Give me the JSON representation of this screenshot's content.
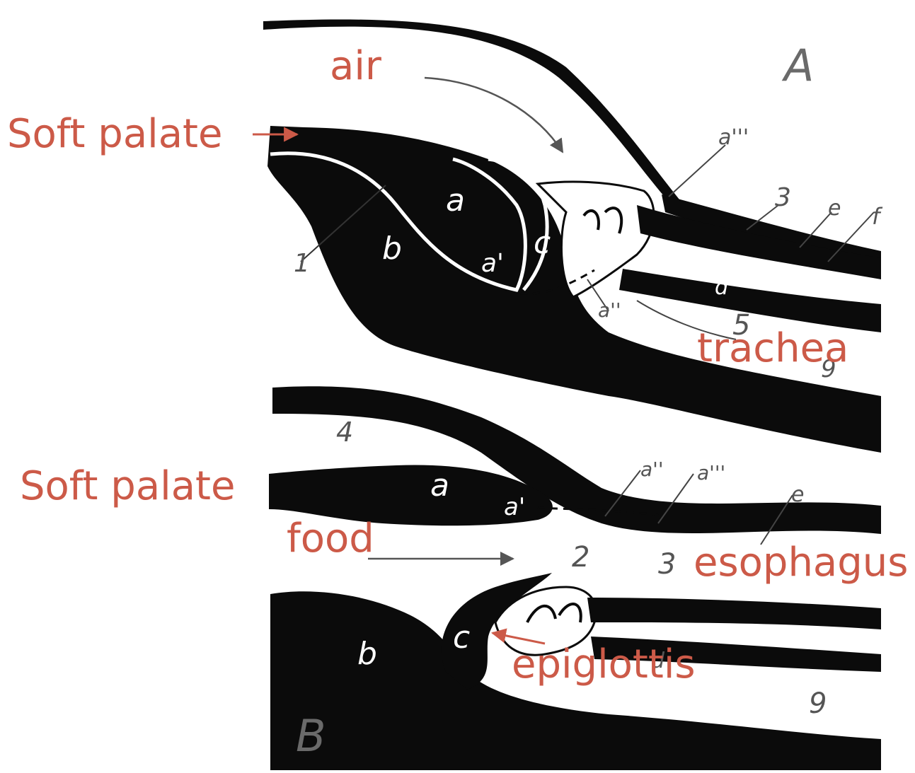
{
  "panels": {
    "top": "A",
    "bottom": "B"
  },
  "labels": {
    "air": "air",
    "soft_palate_top": "Soft palate",
    "trachea": "trachea",
    "soft_palate_bottom": "Soft palate",
    "food": "food",
    "esophagus": "esophagus",
    "epiglottis": "epiglottis"
  },
  "letters": {
    "top": {
      "a": "a",
      "b": "b",
      "c": "c",
      "a_prime": "a'",
      "num_1": "1",
      "num_3": "3",
      "e": "e",
      "num_5": "5",
      "num_9": "9",
      "a_triple": "a'''",
      "a_double": "a''",
      "f": "f",
      "d": "d"
    },
    "bottom": {
      "num_4": "4",
      "a": "a",
      "a_prime": "a'",
      "b": "b",
      "c": "c",
      "num_2": "2",
      "num_3": "3",
      "num_9": "9",
      "a_double": "a''",
      "a_triple": "a'''",
      "e": "e",
      "d": "d"
    }
  },
  "colors": {
    "ink": "#0b0b0b",
    "annotation": "#cc5a48",
    "pencil": "#6f6f6f",
    "page": "#ffffff"
  }
}
